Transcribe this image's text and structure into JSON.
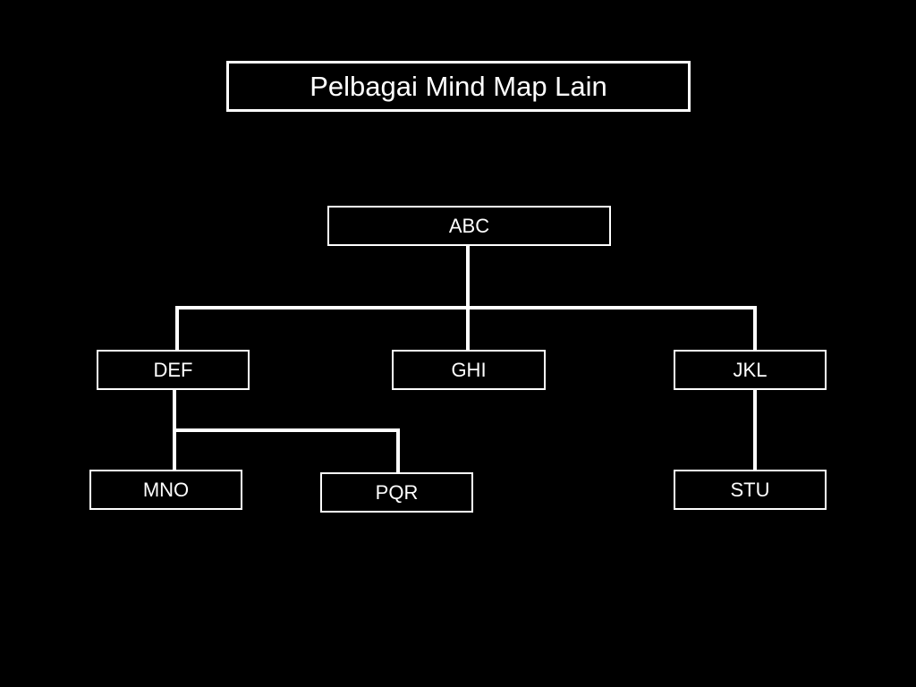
{
  "title": "Pelbagai Mind Map Lain",
  "nodes": {
    "root": "ABC",
    "def": "DEF",
    "ghi": "GHI",
    "jkl": "JKL",
    "mno": "MNO",
    "pqr": "PQR",
    "stu": "STU"
  },
  "edges": [
    [
      "ABC",
      "DEF"
    ],
    [
      "ABC",
      "GHI"
    ],
    [
      "ABC",
      "JKL"
    ],
    [
      "DEF",
      "MNO"
    ],
    [
      "DEF",
      "PQR"
    ],
    [
      "JKL",
      "STU"
    ]
  ],
  "colors": {
    "background": "#000000",
    "foreground": "#ffffff"
  }
}
